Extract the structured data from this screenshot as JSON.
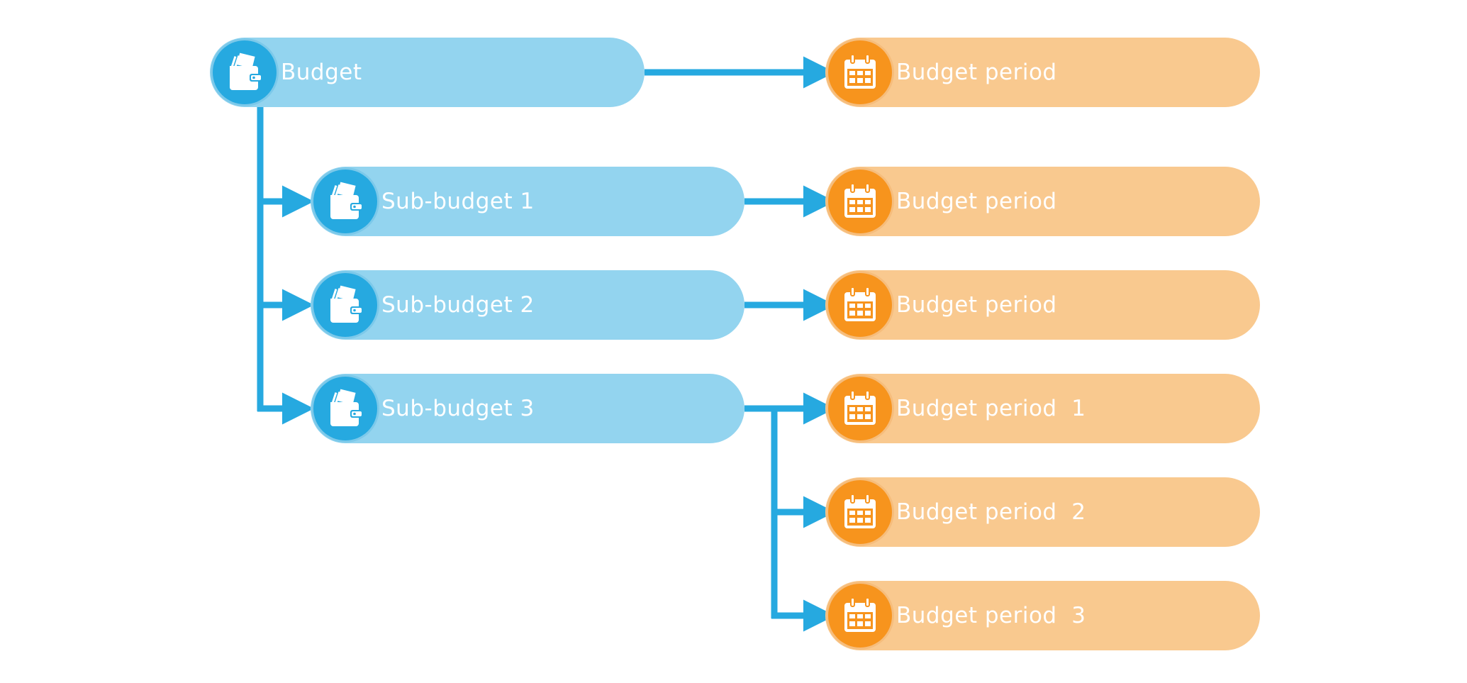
{
  "colors": {
    "budget_fill": "#93d4ef",
    "budget_badge": "#26a9e0",
    "period_fill": "#f9c98f",
    "period_badge": "#f7941d",
    "connector": "#26a9e0",
    "text": "#ffffff"
  },
  "budgets": [
    {
      "id": "budget",
      "label": "Budget",
      "icon": "wallet-icon"
    },
    {
      "id": "sub-budget-1",
      "label": "Sub-budget 1",
      "icon": "wallet-icon"
    },
    {
      "id": "sub-budget-2",
      "label": "Sub-budget 2",
      "icon": "wallet-icon"
    },
    {
      "id": "sub-budget-3",
      "label": "Sub-budget 3",
      "icon": "wallet-icon"
    }
  ],
  "periods": [
    {
      "id": "period-budget",
      "label": "Budget period",
      "icon": "calendar-icon"
    },
    {
      "id": "period-sub-1",
      "label": "Budget period",
      "icon": "calendar-icon"
    },
    {
      "id": "period-sub-2",
      "label": "Budget period",
      "icon": "calendar-icon"
    },
    {
      "id": "period-sub-3-1",
      "label": "Budget period  1",
      "icon": "calendar-icon"
    },
    {
      "id": "period-sub-3-2",
      "label": "Budget period  2",
      "icon": "calendar-icon"
    },
    {
      "id": "period-sub-3-3",
      "label": "Budget period  3",
      "icon": "calendar-icon"
    }
  ],
  "edges": [
    {
      "from": "budget",
      "to": "period-budget"
    },
    {
      "from": "budget",
      "to": "sub-budget-1"
    },
    {
      "from": "budget",
      "to": "sub-budget-2"
    },
    {
      "from": "budget",
      "to": "sub-budget-3"
    },
    {
      "from": "sub-budget-1",
      "to": "period-sub-1"
    },
    {
      "from": "sub-budget-2",
      "to": "period-sub-2"
    },
    {
      "from": "sub-budget-3",
      "to": "period-sub-3-1"
    },
    {
      "from": "sub-budget-3",
      "to": "period-sub-3-2"
    },
    {
      "from": "sub-budget-3",
      "to": "period-sub-3-3"
    }
  ]
}
